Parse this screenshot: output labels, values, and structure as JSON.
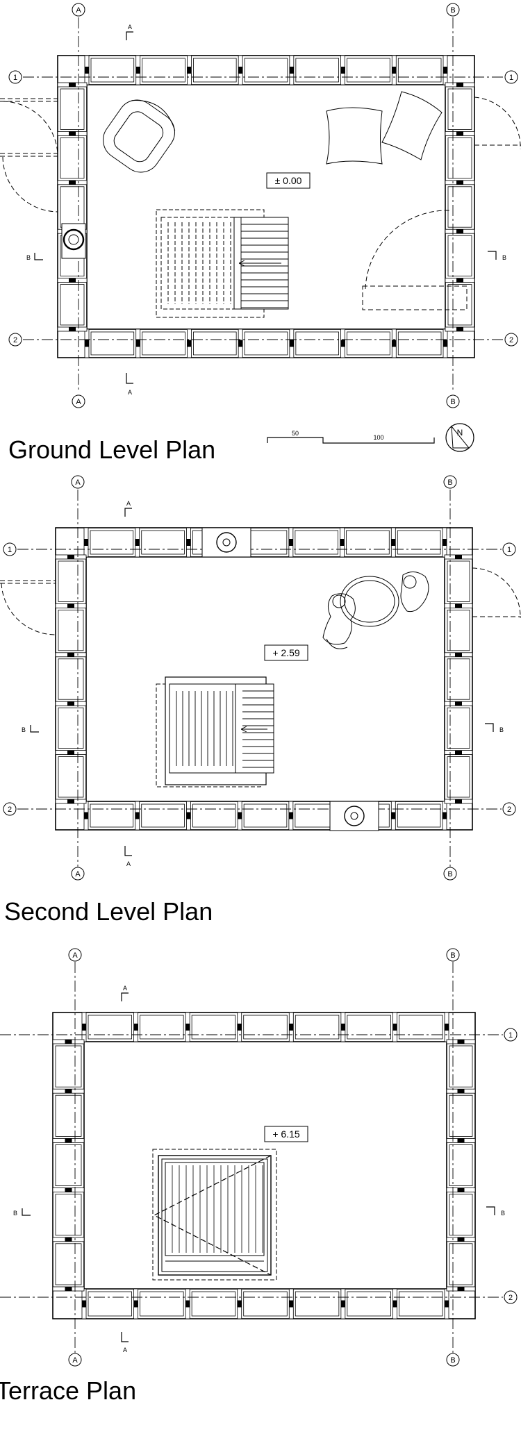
{
  "plans": [
    {
      "id": "ground",
      "title": "Ground Level Plan",
      "elevation": "± 0.00",
      "grid": {
        "col_left": "A",
        "col_right": "B",
        "row_top": "1",
        "row_bottom": "2"
      },
      "section_marks": {
        "a": "A",
        "b": "B"
      },
      "furniture": [
        "armchair-icon",
        "cushion-icon",
        "stove-icon",
        "door-swing-icon"
      ],
      "scale_bar": {
        "labels": [
          "50",
          "100"
        ]
      },
      "north_arrow": "N"
    },
    {
      "id": "second",
      "title": "Second Level Plan",
      "elevation": "+ 2.59",
      "grid": {
        "col_left": "A",
        "col_right": "B",
        "row_top": "1",
        "row_bottom": "2"
      },
      "section_marks": {
        "a": "A",
        "b": "B"
      },
      "furniture": [
        "seated-people-icon",
        "round-table-icon",
        "stove-icon",
        "door-swing-icon"
      ]
    },
    {
      "id": "terrace",
      "title": "Terrace Plan",
      "elevation": "+ 6.15",
      "grid": {
        "col_left": "A",
        "col_right": "B",
        "row_top": "1",
        "row_bottom": "2"
      },
      "section_marks": {
        "a": "A",
        "b": "B"
      },
      "furniture": [
        "roof-hatch-icon"
      ]
    }
  ]
}
